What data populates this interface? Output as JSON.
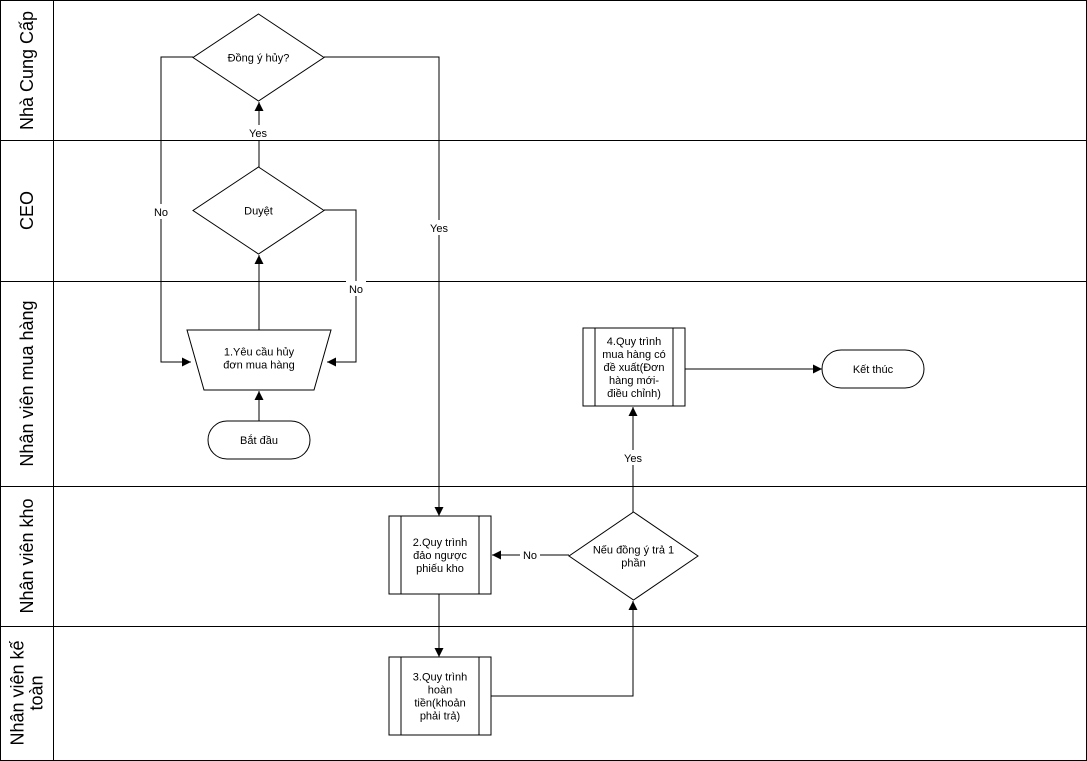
{
  "lanes": [
    {
      "id": "supplier",
      "label": "Nhà Cung Cấp"
    },
    {
      "id": "ceo",
      "label": "CEO"
    },
    {
      "id": "purchasing",
      "label": "Nhân viên mua hàng"
    },
    {
      "id": "warehouse",
      "label": "Nhân viên kho"
    },
    {
      "id": "accounting",
      "label": [
        "Nhân viên kế",
        "toàn"
      ]
    }
  ],
  "nodes": {
    "agree_cancel": {
      "shape": "decision",
      "lines": [
        "Đồng ý hủy?"
      ]
    },
    "approve": {
      "shape": "decision",
      "lines": [
        "Duyệt"
      ]
    },
    "request_cancel": {
      "shape": "manual-operation",
      "lines": [
        "1.Yêu cầu hủy",
        "đơn mua hàng"
      ]
    },
    "start": {
      "shape": "terminator",
      "lines": [
        "Bắt đầu"
      ]
    },
    "reverse_receipt": {
      "shape": "subprocess",
      "lines": [
        "2.Quy trình",
        "đảo ngược",
        "phiếu kho"
      ]
    },
    "refund": {
      "shape": "subprocess",
      "lines": [
        "3.Quy trình",
        "hoàn",
        "tiền(khoản",
        "phải trả)"
      ]
    },
    "partial_return": {
      "shape": "decision",
      "lines": [
        "Nếu đồng ý trả 1",
        "phần"
      ]
    },
    "proposed_purchase": {
      "shape": "subprocess",
      "lines": [
        "4.Quy trình",
        "mua hàng có",
        "đề xuất(Đơn",
        "hàng mới-",
        "điều chỉnh)"
      ]
    },
    "end": {
      "shape": "terminator",
      "lines": [
        "Kết thúc"
      ]
    }
  },
  "edges": [
    {
      "from": "start",
      "to": "request_cancel",
      "label": ""
    },
    {
      "from": "request_cancel",
      "to": "approve",
      "label": ""
    },
    {
      "from": "approve",
      "to": "agree_cancel",
      "label": "Yes"
    },
    {
      "from": "approve",
      "to": "request_cancel",
      "label": "No"
    },
    {
      "from": "agree_cancel",
      "to": "request_cancel",
      "label": "No"
    },
    {
      "from": "agree_cancel",
      "to": "reverse_receipt",
      "label": "Yes"
    },
    {
      "from": "reverse_receipt",
      "to": "refund",
      "label": ""
    },
    {
      "from": "refund",
      "to": "partial_return",
      "label": ""
    },
    {
      "from": "partial_return",
      "to": "reverse_receipt",
      "label": "No"
    },
    {
      "from": "partial_return",
      "to": "proposed_purchase",
      "label": "Yes"
    },
    {
      "from": "proposed_purchase",
      "to": "end",
      "label": ""
    }
  ]
}
